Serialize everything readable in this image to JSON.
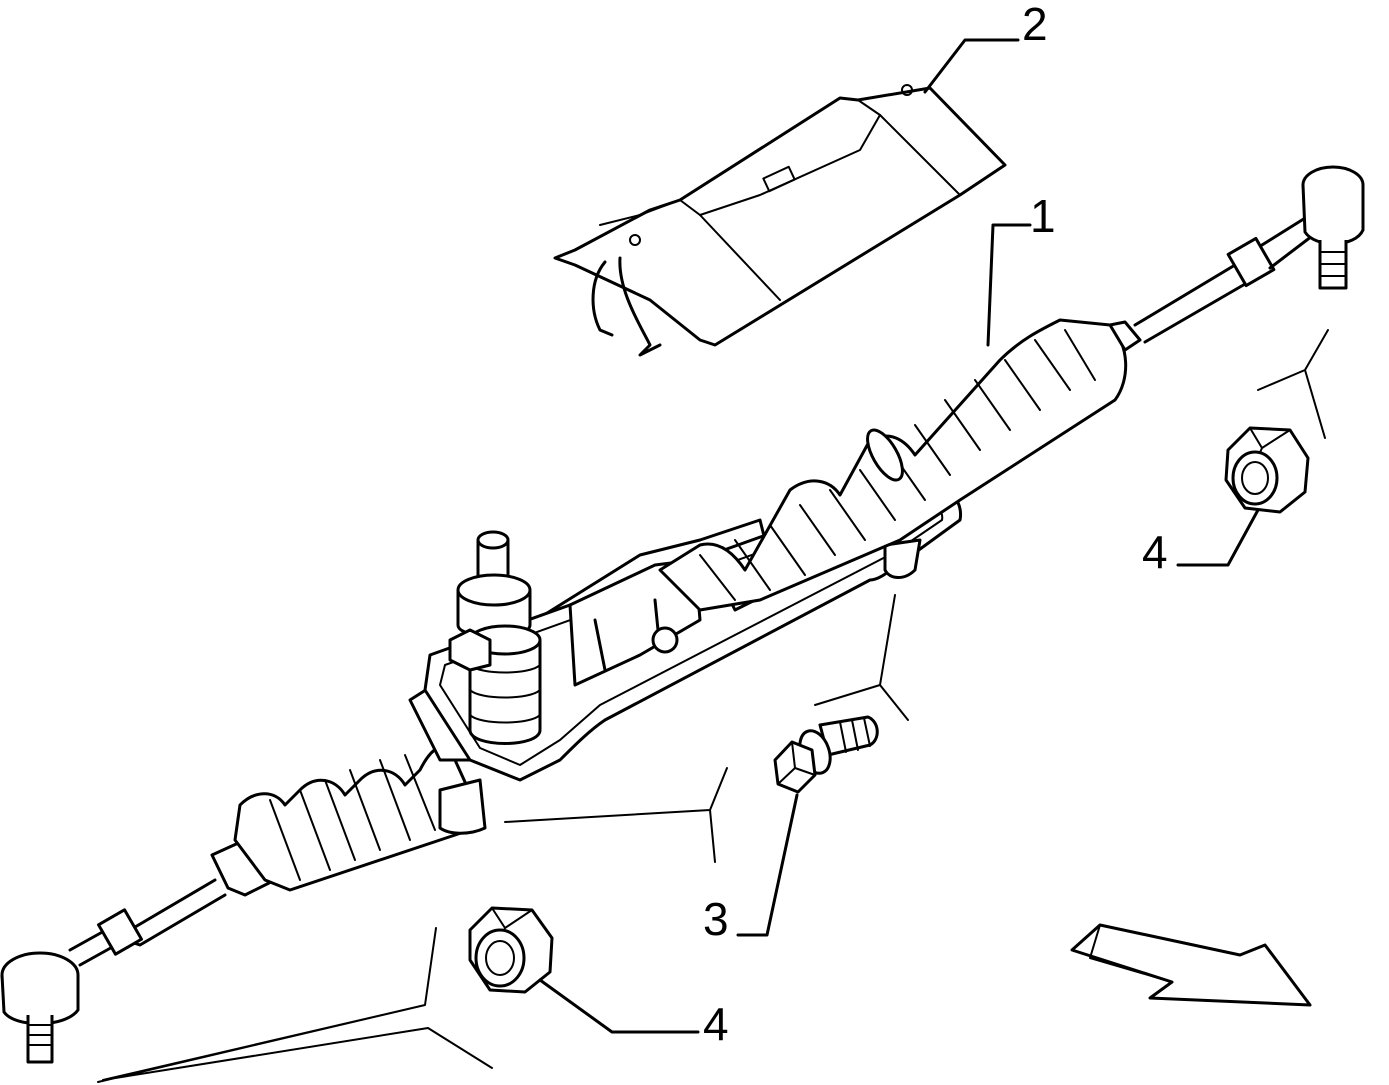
{
  "callouts": {
    "c1": "1",
    "c2": "2",
    "c3": "3",
    "c4_right": "4",
    "c4_bottom": "4"
  }
}
